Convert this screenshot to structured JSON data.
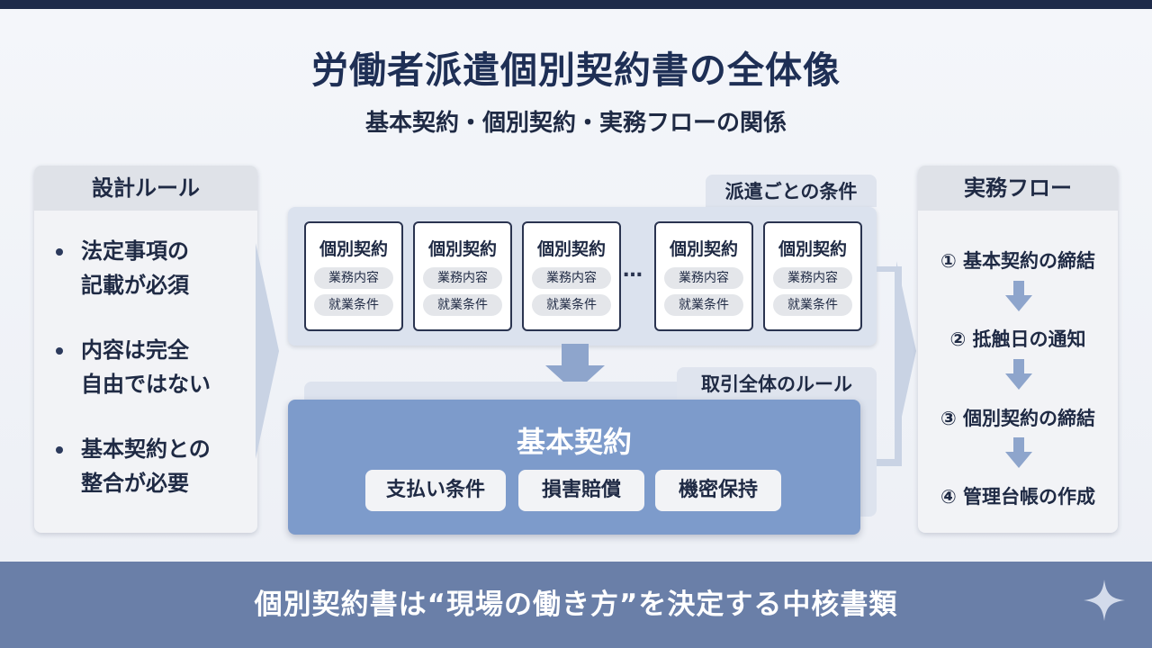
{
  "title": "労働者派遣個別契約書の全体像",
  "subtitle": "基本契約・個別契約・実務フローの関係",
  "design_rules": {
    "heading": "設計ルール",
    "items": [
      {
        "line1": "法定事項の",
        "line2": "記載が必須"
      },
      {
        "line1": "内容は完全",
        "line2": "自由ではない"
      },
      {
        "line1": "基本契約との",
        "line2": "整合が必要"
      }
    ]
  },
  "per_dispatch": {
    "tab_label": "派遣ごとの条件",
    "cards": [
      {
        "title": "個別契約",
        "tag1": "業務内容",
        "tag2": "就業条件"
      },
      {
        "title": "個別契約",
        "tag1": "業務内容",
        "tag2": "就業条件"
      },
      {
        "title": "個別契約",
        "tag1": "業務内容",
        "tag2": "就業条件"
      },
      {
        "title": "個別契約",
        "tag1": "業務内容",
        "tag2": "就業条件"
      },
      {
        "title": "個別契約",
        "tag1": "業務内容",
        "tag2": "就業条件"
      }
    ],
    "ellipsis": "…"
  },
  "overall_rules": {
    "tab_label": "取引全体のルール",
    "title": "基本契約",
    "chips": [
      "支払い条件",
      "損害賠償",
      "機密保持"
    ]
  },
  "workflow": {
    "heading": "実務フロー",
    "steps": [
      "① 基本契約の締結",
      "② 抵触日の通知",
      "③ 個別契約の締結",
      "④ 管理台帳の作成"
    ]
  },
  "banner": "個別契約書は“現場の働き方”を決定する中核書類",
  "colors": {
    "navy": "#1e2b4a",
    "basic_blue": "#7d9bcb",
    "banner": "#6a7fa8",
    "arrow_blue": "#8ea5cc"
  }
}
